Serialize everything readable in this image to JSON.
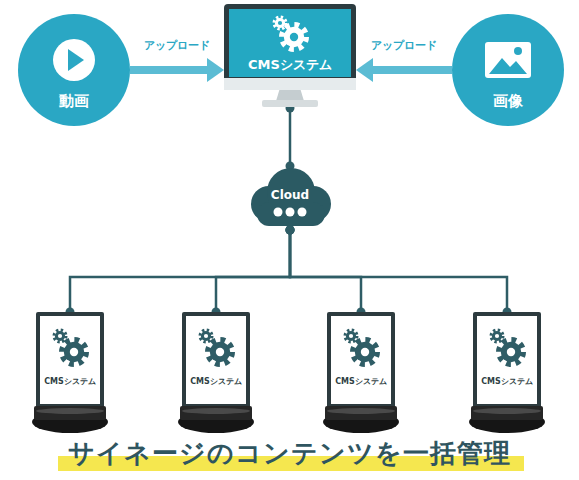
{
  "diagram": {
    "caption": "サイネージのコンテンツを一括管理",
    "nodes": [
      {
        "text": [
          "動画"
        ]
      },
      {
        "text": [
          "CMSシステム"
        ]
      },
      {
        "text": [
          "画像"
        ]
      },
      {
        "text": [
          "Cloud"
        ]
      },
      {
        "text": [
          "CMSシステム"
        ]
      },
      {
        "text": [
          "CMSシステム"
        ]
      },
      {
        "text": [
          "CMSシステム"
        ]
      },
      {
        "text": [
          "CMSシステム"
        ]
      }
    ],
    "edges": [
      {
        "from": 0,
        "to": 1,
        "arrow": "to",
        "label": "アップロード"
      },
      {
        "from": 2,
        "to": 1,
        "arrow": "to",
        "label": "アップロード"
      },
      {
        "from": 1,
        "to": 3,
        "arrow": "none"
      },
      {
        "from": 3,
        "to": 4,
        "arrow": "none"
      },
      {
        "from": 3,
        "to": 5,
        "arrow": "none"
      },
      {
        "from": 3,
        "to": 6,
        "arrow": "none"
      },
      {
        "from": 3,
        "to": 7,
        "arrow": "none"
      }
    ]
  }
}
